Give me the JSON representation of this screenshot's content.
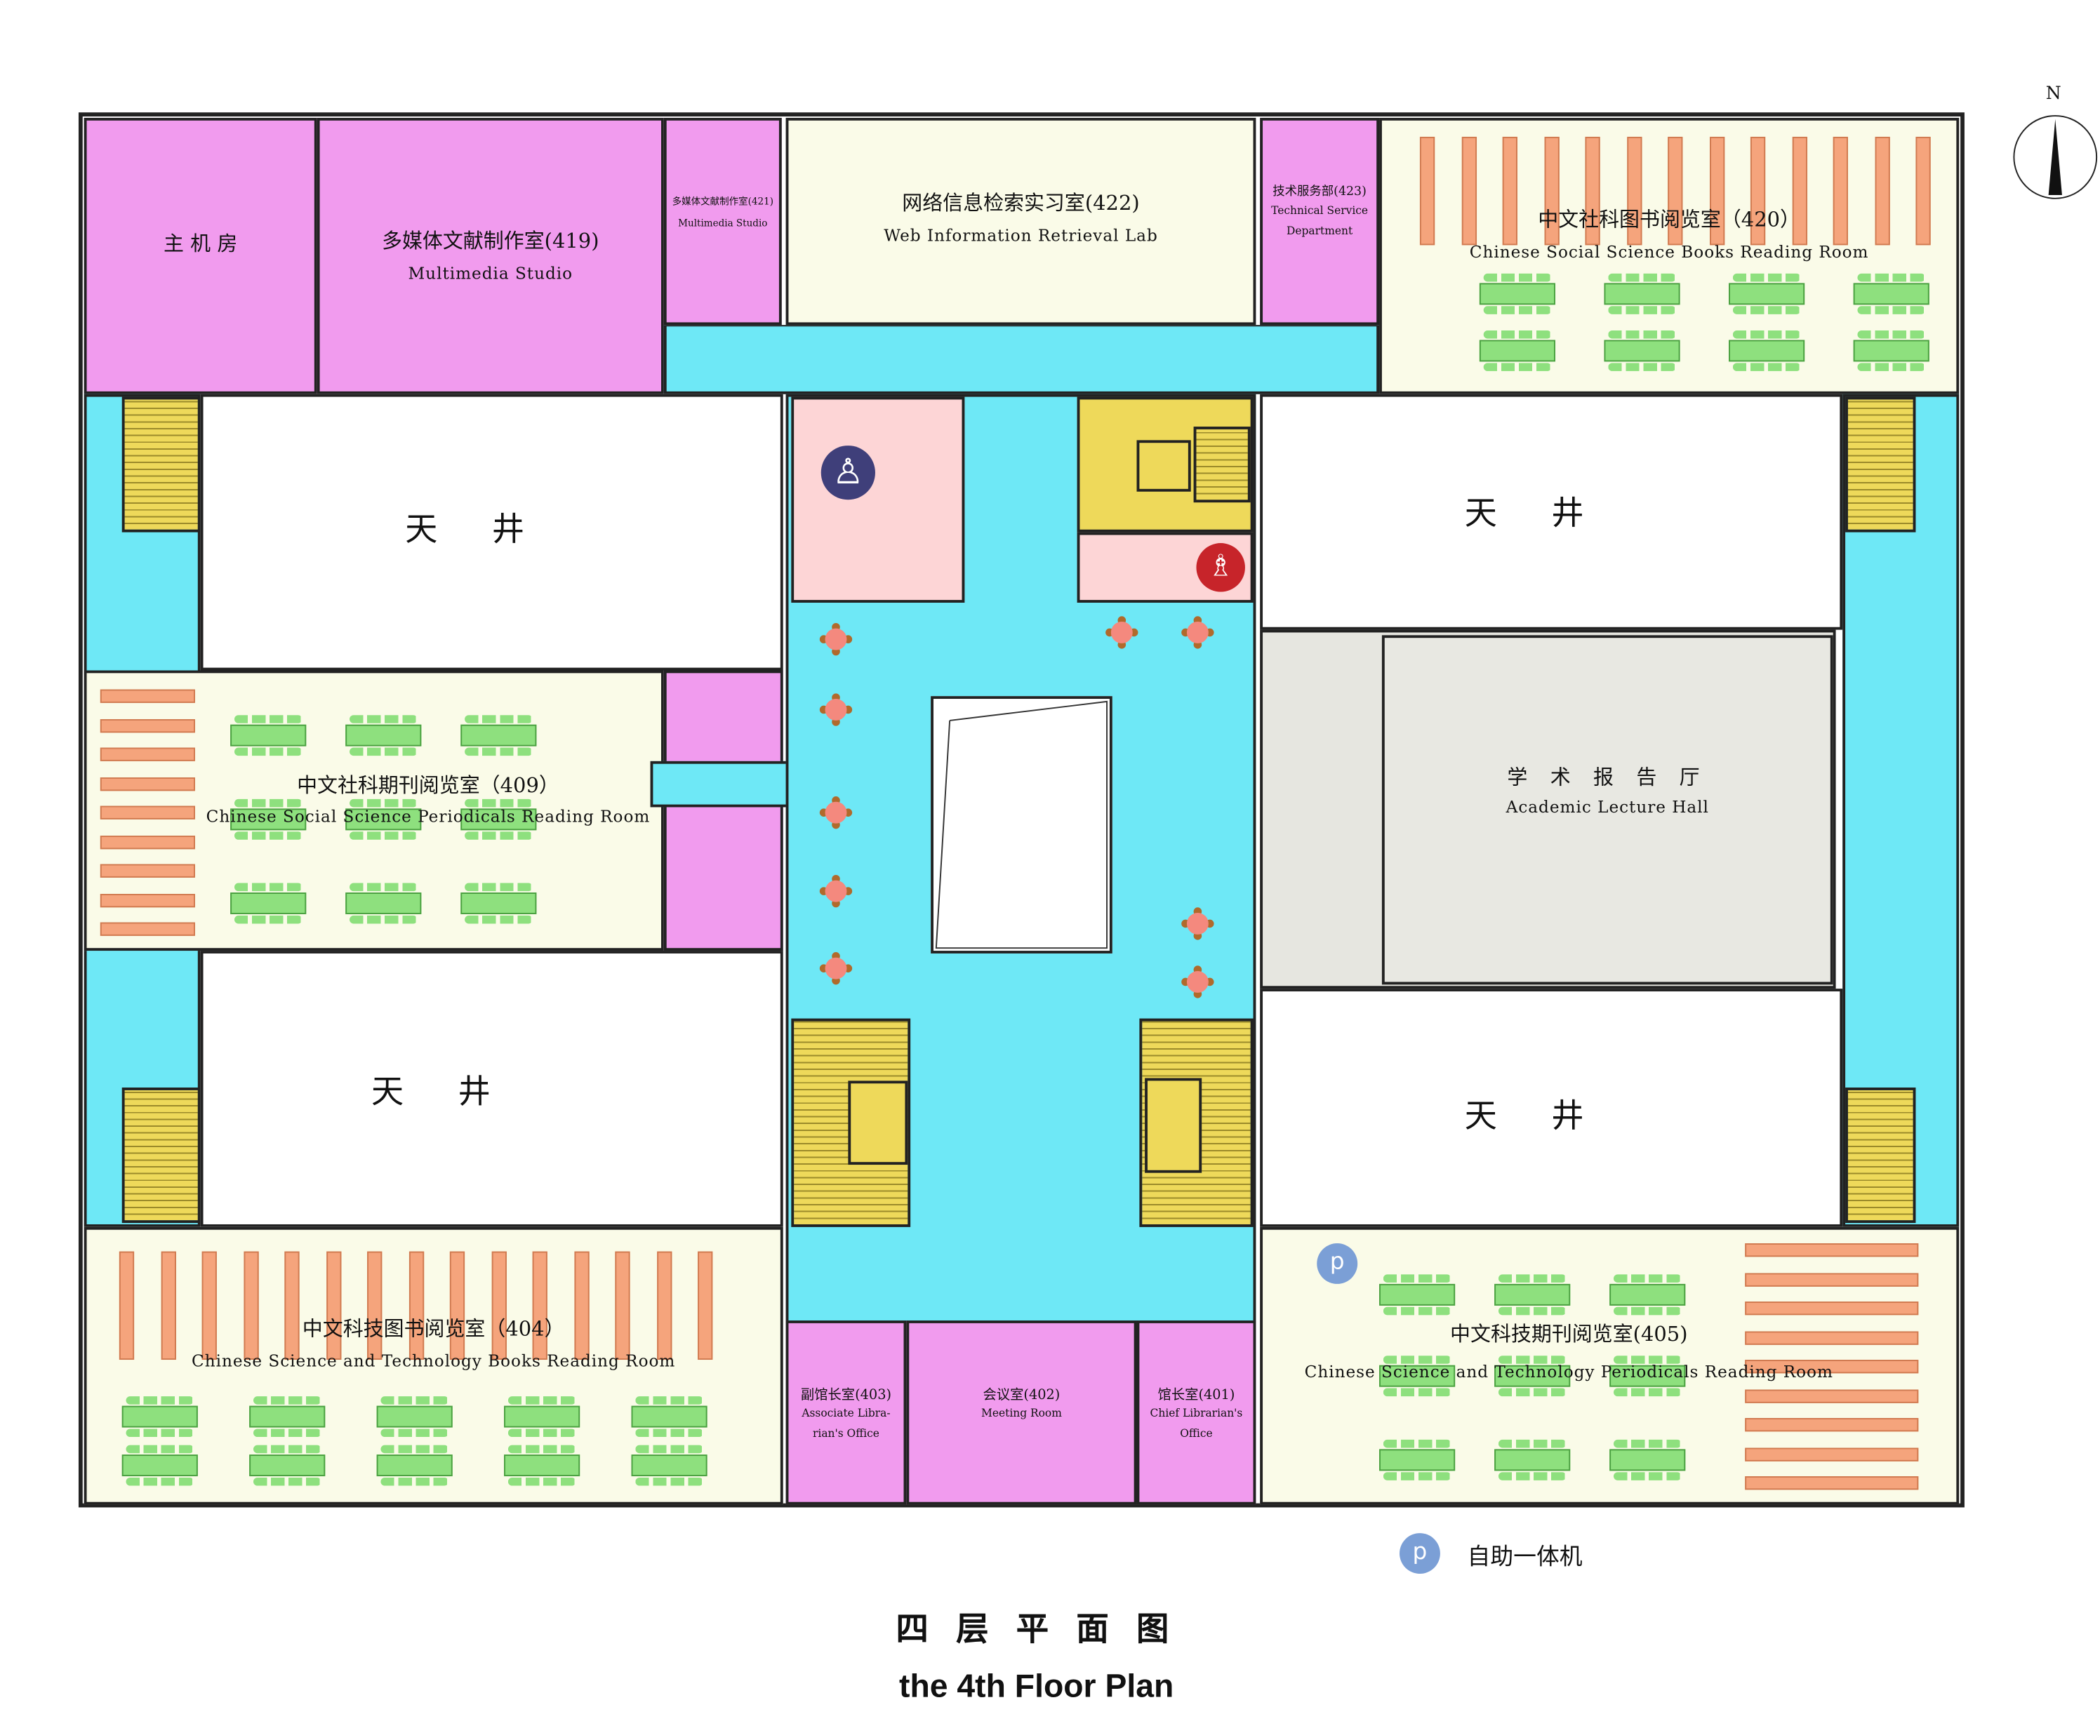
{
  "rooms": {
    "server": {
      "cn": "主 机 房"
    },
    "r419": {
      "cn": "多媒体文献制作室(419)",
      "en": "Multimedia Studio"
    },
    "r421": {
      "cn": "多媒体文献制作室(421)",
      "en": "Multimedia Studio"
    },
    "r422": {
      "cn": "网络信息检索实习室(422)",
      "en": "Web Information Retrieval Lab"
    },
    "r423": {
      "cn": "技术服务部(423)",
      "en1": "Technical Service",
      "en2": "Department"
    },
    "r420": {
      "cn": "中文社科图书阅览室（420）",
      "en": "Chinese Social Science Books Reading Room"
    },
    "r409": {
      "cn": "中文社科期刊阅览室（409）",
      "en": "Chinese Social Science Periodicals Reading Room"
    },
    "hall": {
      "cn": "学 术 报 告 厅",
      "en": "Academic Lecture Hall"
    },
    "r404": {
      "cn": "中文科技图书阅览室（404）",
      "en": "Chinese Science and Technology Books Reading Room"
    },
    "r405": {
      "cn": "中文科技期刊阅览室(405)",
      "en": "Chinese Science and Technology Periodicals Reading Room"
    },
    "r403": {
      "cn": "副馆长室(403)",
      "en1": "Associate Libra-",
      "en2": "rian's Office"
    },
    "r402": {
      "cn": "会议室(402)",
      "en": "Meeting Room"
    },
    "r401": {
      "cn": "馆长室(401)",
      "en1": "Chief Librarian's",
      "en2": "Office"
    },
    "lightwell": "天井"
  },
  "legend": {
    "marker": "p",
    "label": "自助一体机"
  },
  "compass": "N",
  "title_cn": "四 层 平 面 图",
  "title_en": "the 4th Floor Plan",
  "colors": {
    "office": "#f19bee",
    "reading": "#fafbe8",
    "corridor": "#6ee8f6",
    "stairs": "#eed95a",
    "restroom": "#fdd5d6",
    "hall": "#e6e6e0"
  }
}
